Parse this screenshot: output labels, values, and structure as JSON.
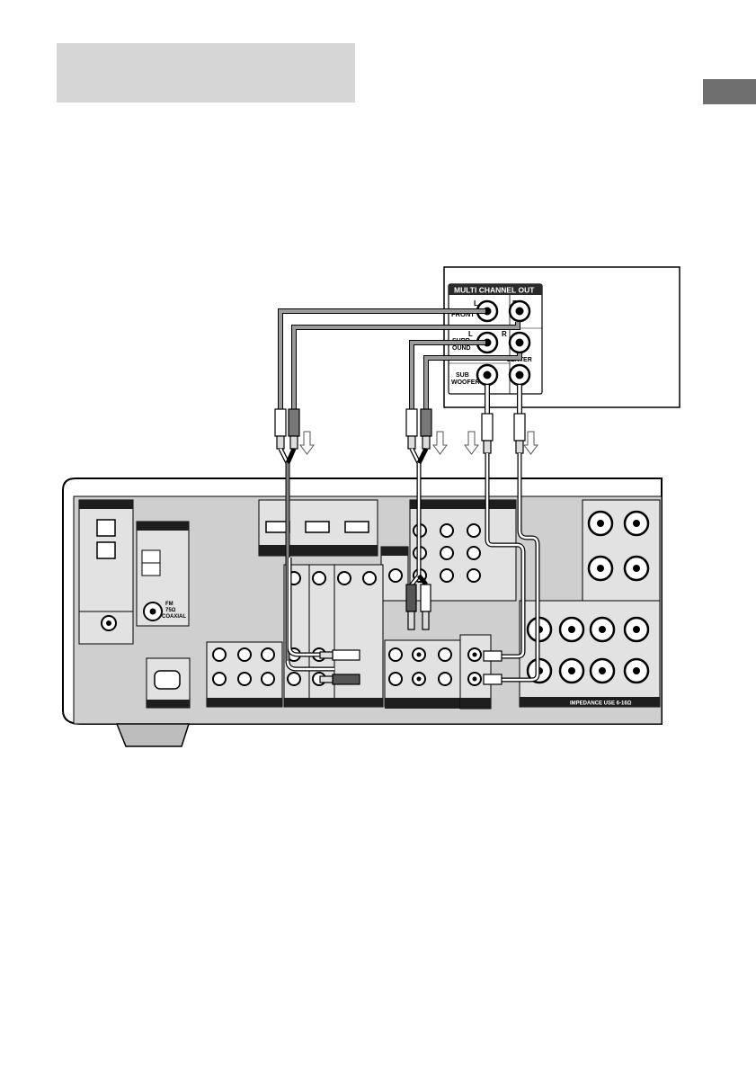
{
  "page": {
    "heading_box": "",
    "section_tab": ""
  },
  "player_panel": {
    "header": "MULTI CHANNEL OUT",
    "front_label": "FRONT",
    "surround_label": "SURR OUND",
    "surround_line1": "SURR",
    "surround_line2": "OUND",
    "sub_line1": "SUB",
    "sub_line2": "WOOFER",
    "center_label": "CENTER",
    "l_mark": "L",
    "r_mark": "R"
  },
  "receiver": {
    "antenna_fm_line1": "FM",
    "antenna_fm_line2": "75Ω",
    "antenna_fm_line3": "COAXIAL",
    "impedance_note": "IMPEDANCE USE 6-16Ω"
  },
  "colors": {
    "cable_front": "#9a9a9a",
    "cable_surround": "#9a9a9a",
    "cable_sub_center": "#ffffff",
    "panel_dark": "#2a2a2a",
    "receiver_body": "#cfcfcf"
  }
}
